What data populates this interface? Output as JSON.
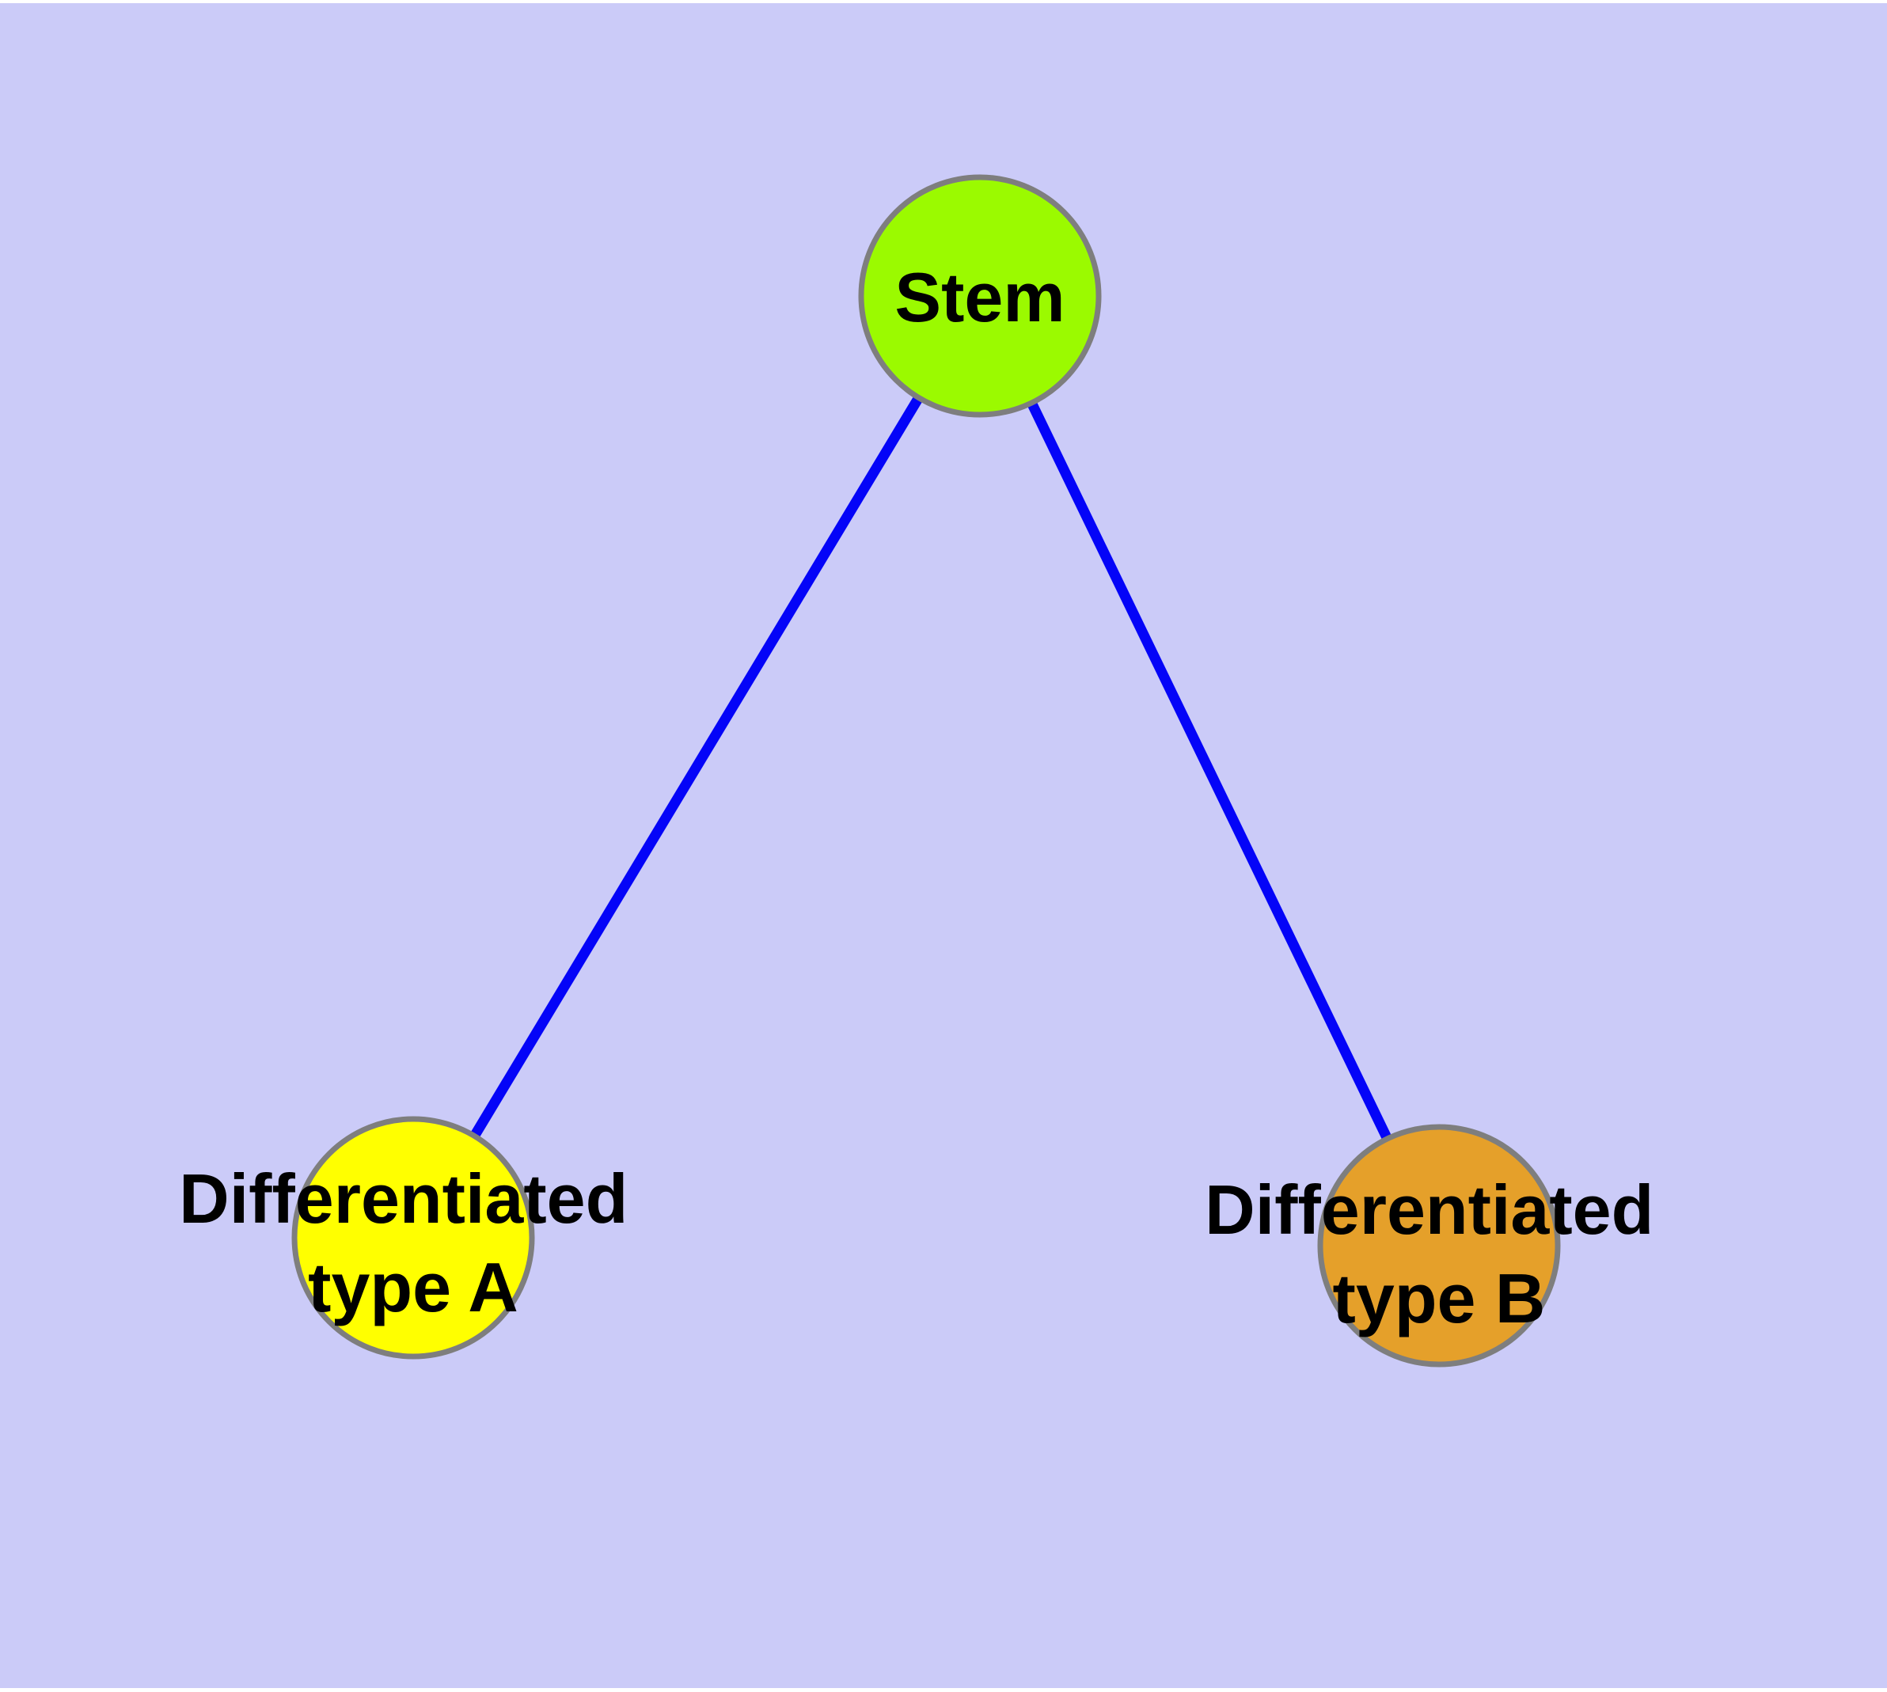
{
  "diagram": {
    "title": "",
    "background_color": "#CBCBF8",
    "page_margin_color": "#FFFFFF",
    "edge_color": "#0404F8",
    "node_border_color": "#7E7E7E",
    "label_color": "#000000",
    "nodes": [
      {
        "id": "stem",
        "label": "Stem",
        "label_lines": [
          "Stem"
        ],
        "color": "#9BFA00"
      },
      {
        "id": "differentiated-type-a",
        "label": "Differentiated type A",
        "label_lines": [
          "Differentiated",
          "type A"
        ],
        "color": "#FFFF00"
      },
      {
        "id": "differentiated-type-b",
        "label": "Differentiated type B",
        "label_lines": [
          "Differentiated",
          "type B"
        ],
        "color": "#E5A02A"
      }
    ],
    "edges": [
      {
        "from": "stem",
        "to": "differentiated-type-a"
      },
      {
        "from": "stem",
        "to": "differentiated-type-b"
      }
    ]
  }
}
